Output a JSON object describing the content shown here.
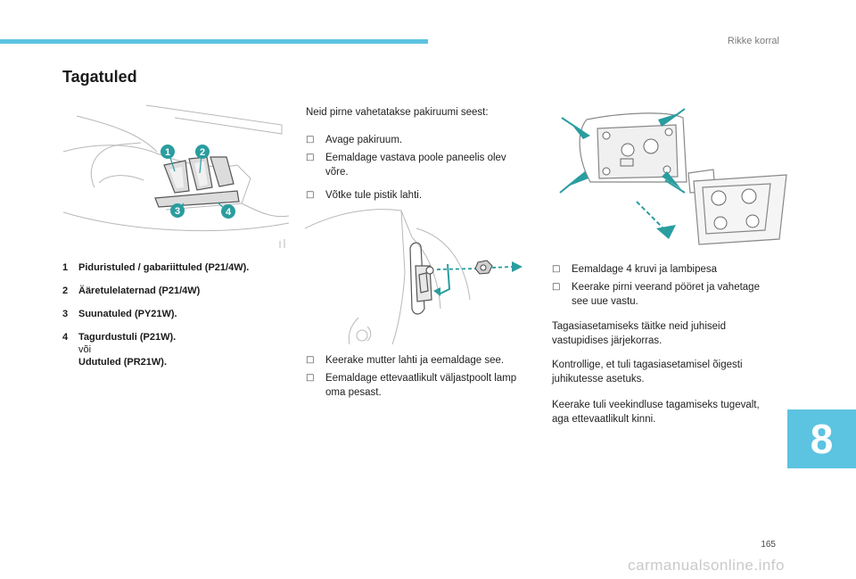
{
  "header": {
    "chapter_title": "Rikke korral"
  },
  "page_title": "Tagatuled",
  "figure1": {
    "callouts": [
      "1",
      "2",
      "3",
      "4"
    ]
  },
  "intro_text": "Neid pirne vahetatakse pakiruumi seest:",
  "steps_a": [
    "Avage pakiruum.",
    "Eemaldage vastava poole paneelis olev võre.",
    "Võtke tule pistik lahti."
  ],
  "steps_b": [
    "Keerake mutter lahti ja eemaldage see.",
    "Eemaldage ettevaatlikult väljastpoolt lamp oma pesast."
  ],
  "steps_c": [
    "Eemaldage 4 kruvi ja lambipesa",
    "Keerake pirni veerand pööret ja vahetage see uue vastu."
  ],
  "notes": [
    "Tagasiasetamiseks täitke neid juhiseid vastupidises järjekorras.",
    "Kontrollige, et tuli tagasiasetamisel õigesti juhikutesse asetuks.",
    "Keerake tuli veekindluse tagamiseks tugevalt, aga ettevaatlikult kinni."
  ],
  "legend": [
    {
      "num": "1",
      "label": "Piduristuled / gabariittuled (P21/4W).",
      "alt_prefix": "",
      "alt_label": ""
    },
    {
      "num": "2",
      "label": "Ääretulelaternad (P21/4W)",
      "alt_prefix": "",
      "alt_label": ""
    },
    {
      "num": "3",
      "label": "Suunatuled (PY21W).",
      "alt_prefix": "",
      "alt_label": ""
    },
    {
      "num": "4",
      "label": "Tagurdustuli (P21W).",
      "alt_prefix": "või",
      "alt_label": "Udutuled (PR21W)."
    }
  ],
  "chapter_number": "8",
  "page_number": "165",
  "watermark": "carmanualsonline.info",
  "colors": {
    "accent": "#5cc3e1",
    "callout_teal": "#2a9d9f"
  },
  "icons": {
    "bullet": "checkbox-bullet-icon"
  }
}
